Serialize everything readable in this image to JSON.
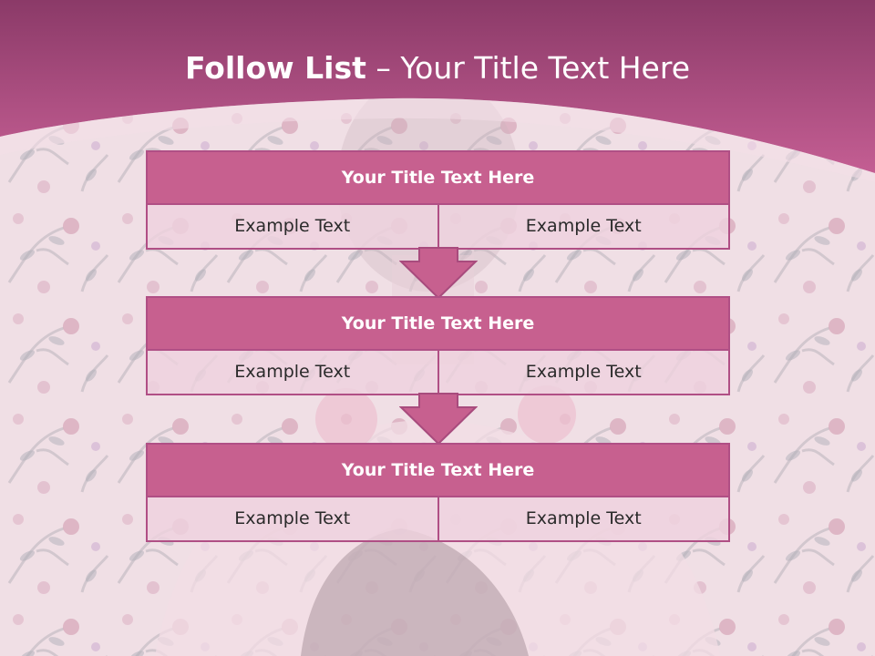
{
  "slide": {
    "title_bold": "Follow List",
    "title_rest": "– Your Title Text Here"
  },
  "blocks": [
    {
      "title": "Your Title Text Here",
      "left_text": "Example Text",
      "right_text": "Example Text"
    },
    {
      "title": "Your Title Text Here",
      "left_text": "Example Text",
      "right_text": "Example Text"
    },
    {
      "title": "Your Title Text Here",
      "left_text": "Example Text",
      "right_text": "Example Text"
    }
  ],
  "colors": {
    "header": "#b5528a",
    "block_title": "#c7608f",
    "border": "#b04f85",
    "arrow": "#c7608f"
  }
}
